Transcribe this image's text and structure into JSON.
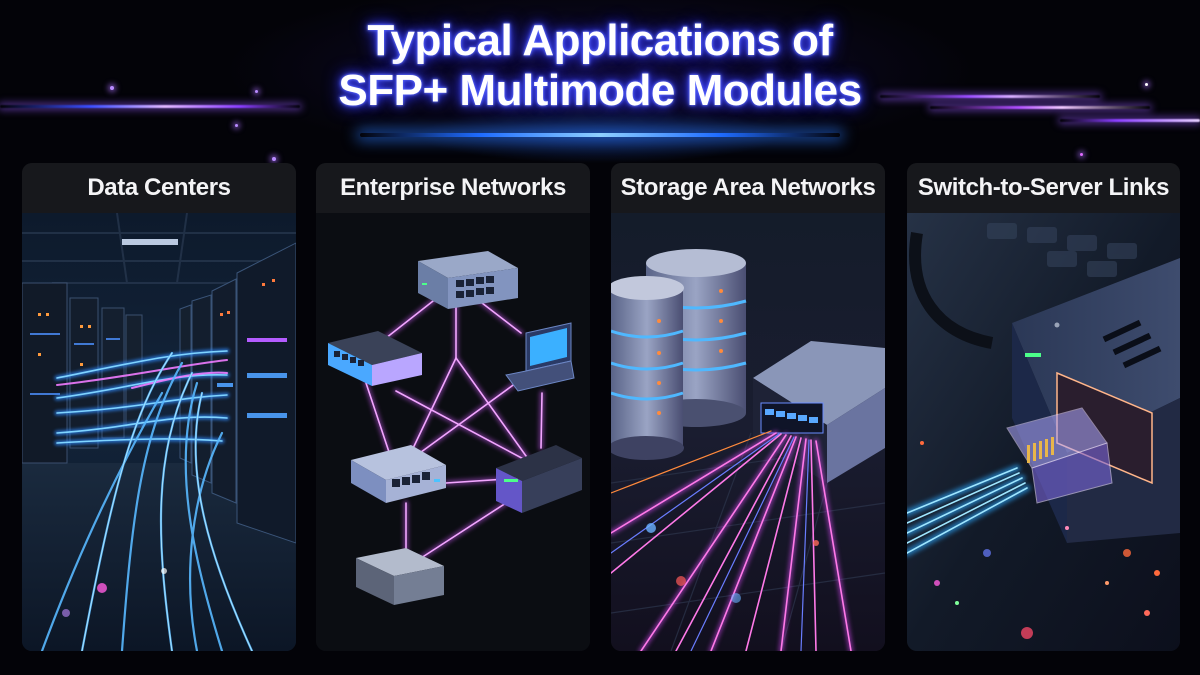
{
  "title": {
    "line1": "Typical Applications of",
    "line2": "SFP+ Multimode Modules"
  },
  "colors": {
    "background": "#030308",
    "title_glow": "#3b3fff",
    "accent_blue": "#1e6bff",
    "accent_cyan": "#4fc3ff",
    "accent_magenta": "#e04bff",
    "card_header_bg": "#17181c"
  },
  "cards": [
    {
      "label": "Data Centers",
      "image": "server-racks-with-glowing-fiber-cables"
    },
    {
      "label": "Enterprise Networks",
      "image": "network-topology-switches-laptop-pink-links"
    },
    {
      "label": "Storage Area Networks",
      "image": "storage-cylinders-switch-glowing-fibers"
    },
    {
      "label": "Switch-to-Server Links",
      "image": "rj45-connector-plugged-into-switch-port"
    }
  ]
}
